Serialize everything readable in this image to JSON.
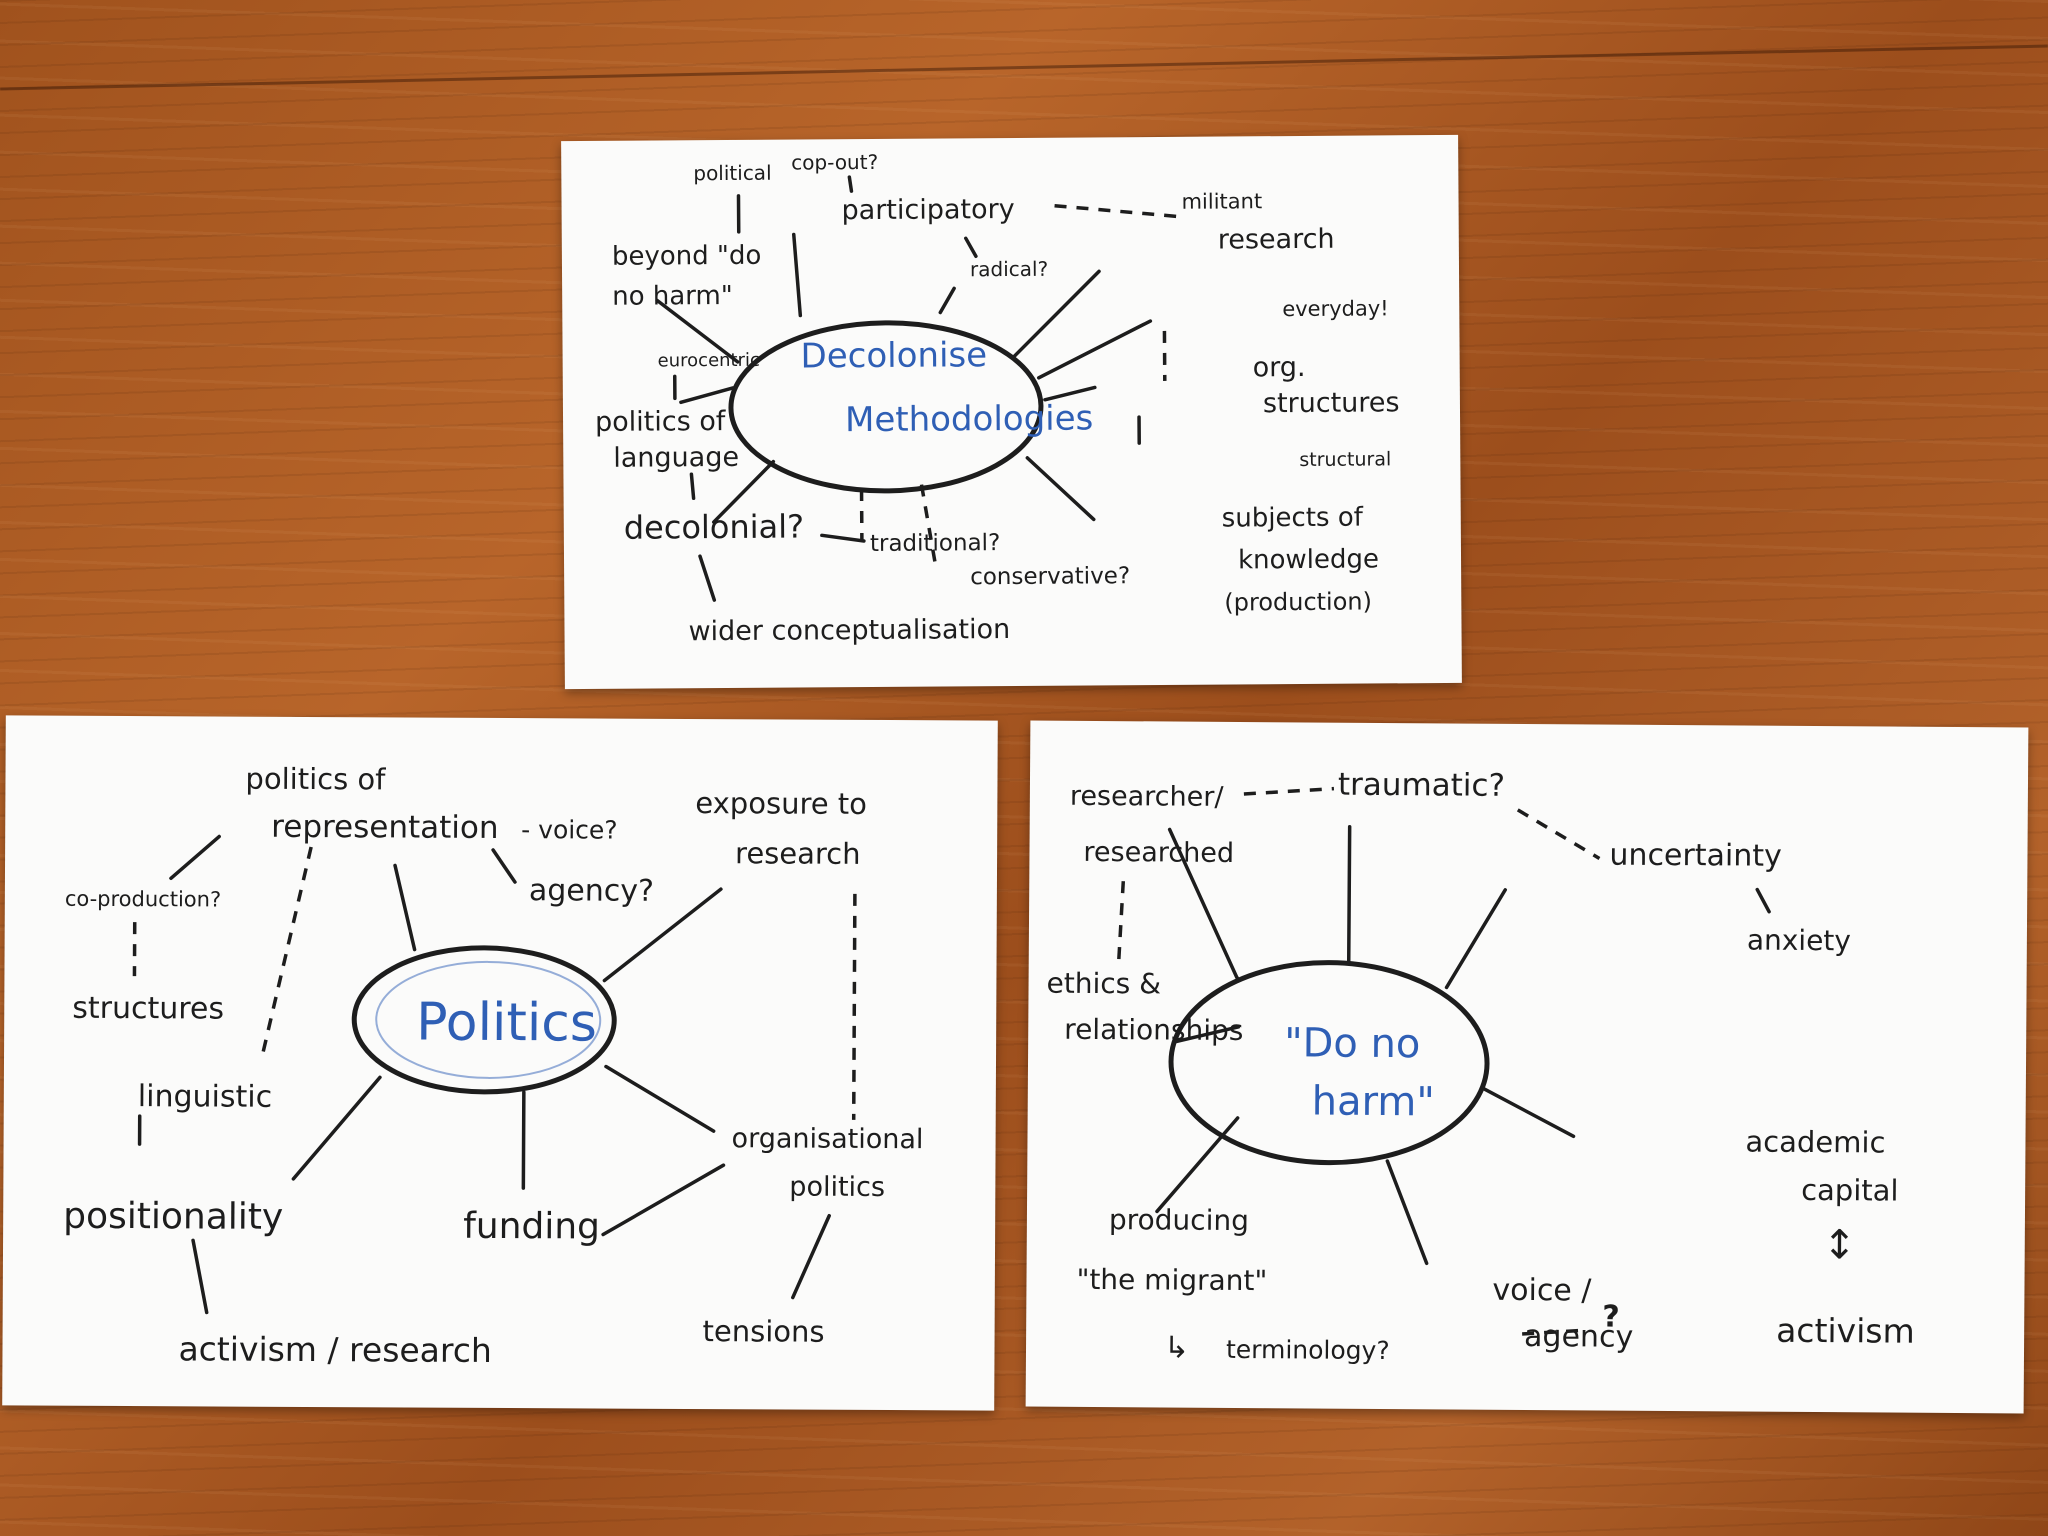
{
  "sheet1": {
    "center": [
      "Decolonise",
      "Methodologies"
    ],
    "political": "political",
    "cop_out": "cop-out?",
    "participatory": "participatory",
    "militant": "militant",
    "beyond": [
      "beyond \"do",
      "no harm\""
    ],
    "radical": "radical?",
    "research": "research",
    "everyday": "everyday!",
    "eurocentric": "eurocentric",
    "org_structures": [
      "org.",
      "structures"
    ],
    "politics_language": [
      "politics of",
      "language"
    ],
    "structural": "structural",
    "decolonial": "decolonial?",
    "traditional": "traditional?",
    "conservative": "conservative?",
    "subjects": [
      "subjects of",
      "knowledge",
      "(production)"
    ],
    "wider": "wider conceptualisation"
  },
  "sheet2": {
    "center": "Politics",
    "politics_of": "politics of",
    "representation": "representation",
    "voice": "- voice?",
    "agency": "agency?",
    "exposure": [
      "exposure to",
      "research"
    ],
    "co_production": "co-production?",
    "structures": "structures",
    "linguistic": "linguistic",
    "organisational": [
      "organisational",
      "politics"
    ],
    "positionality": "positionality",
    "funding": "funding",
    "tensions": "tensions",
    "activism": "activism / research"
  },
  "sheet3": {
    "center": [
      "\"Do  no",
      "harm\""
    ],
    "researcher": [
      "researcher/",
      "researched"
    ],
    "traumatic": "traumatic?",
    "uncertainty": "uncertainty",
    "anxiety": "anxiety",
    "ethics": [
      "ethics &",
      "relationships"
    ],
    "academic": [
      "academic",
      "capital"
    ],
    "producing": [
      "producing",
      "\"the migrant\""
    ],
    "terminology": "terminology?",
    "voice_agency": [
      "voice /",
      "agency"
    ],
    "activism": "activism",
    "arrow_symbol": "↕",
    "hook_symbol": "↳"
  }
}
